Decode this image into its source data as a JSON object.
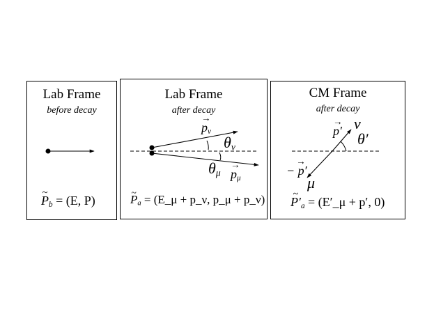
{
  "panels": [
    {
      "title": "Lab Frame",
      "subtitle": "before decay",
      "equation": {
        "lhs": "P",
        "lhs_sub": "b",
        "rhs": "= (E, P)"
      }
    },
    {
      "title": "Lab Frame",
      "subtitle": "after decay",
      "labels": {
        "p_nu": "p",
        "p_nu_sub": "ν",
        "theta_nu": "θ",
        "theta_nu_sub": "ν",
        "theta_mu": "θ",
        "theta_mu_sub": "μ",
        "p_mu": "p",
        "p_mu_sub": "μ"
      },
      "equation": {
        "lhs": "P",
        "lhs_sub": "a",
        "rhs": "= (E_μ + p_ν, p_μ + p_ν)"
      }
    },
    {
      "title": "CM Frame",
      "subtitle": "after decay",
      "labels": {
        "p_prime": "p′",
        "nu": "ν",
        "theta_prime": "θ′",
        "neg_p_prime": "− p′",
        "mu": "μ"
      },
      "equation": {
        "lhs": "P′",
        "lhs_sub": "a",
        "rhs": "= (E′_μ + p′, 0)"
      }
    }
  ],
  "colors": {
    "ink": "#000000",
    "background": "#ffffff"
  }
}
